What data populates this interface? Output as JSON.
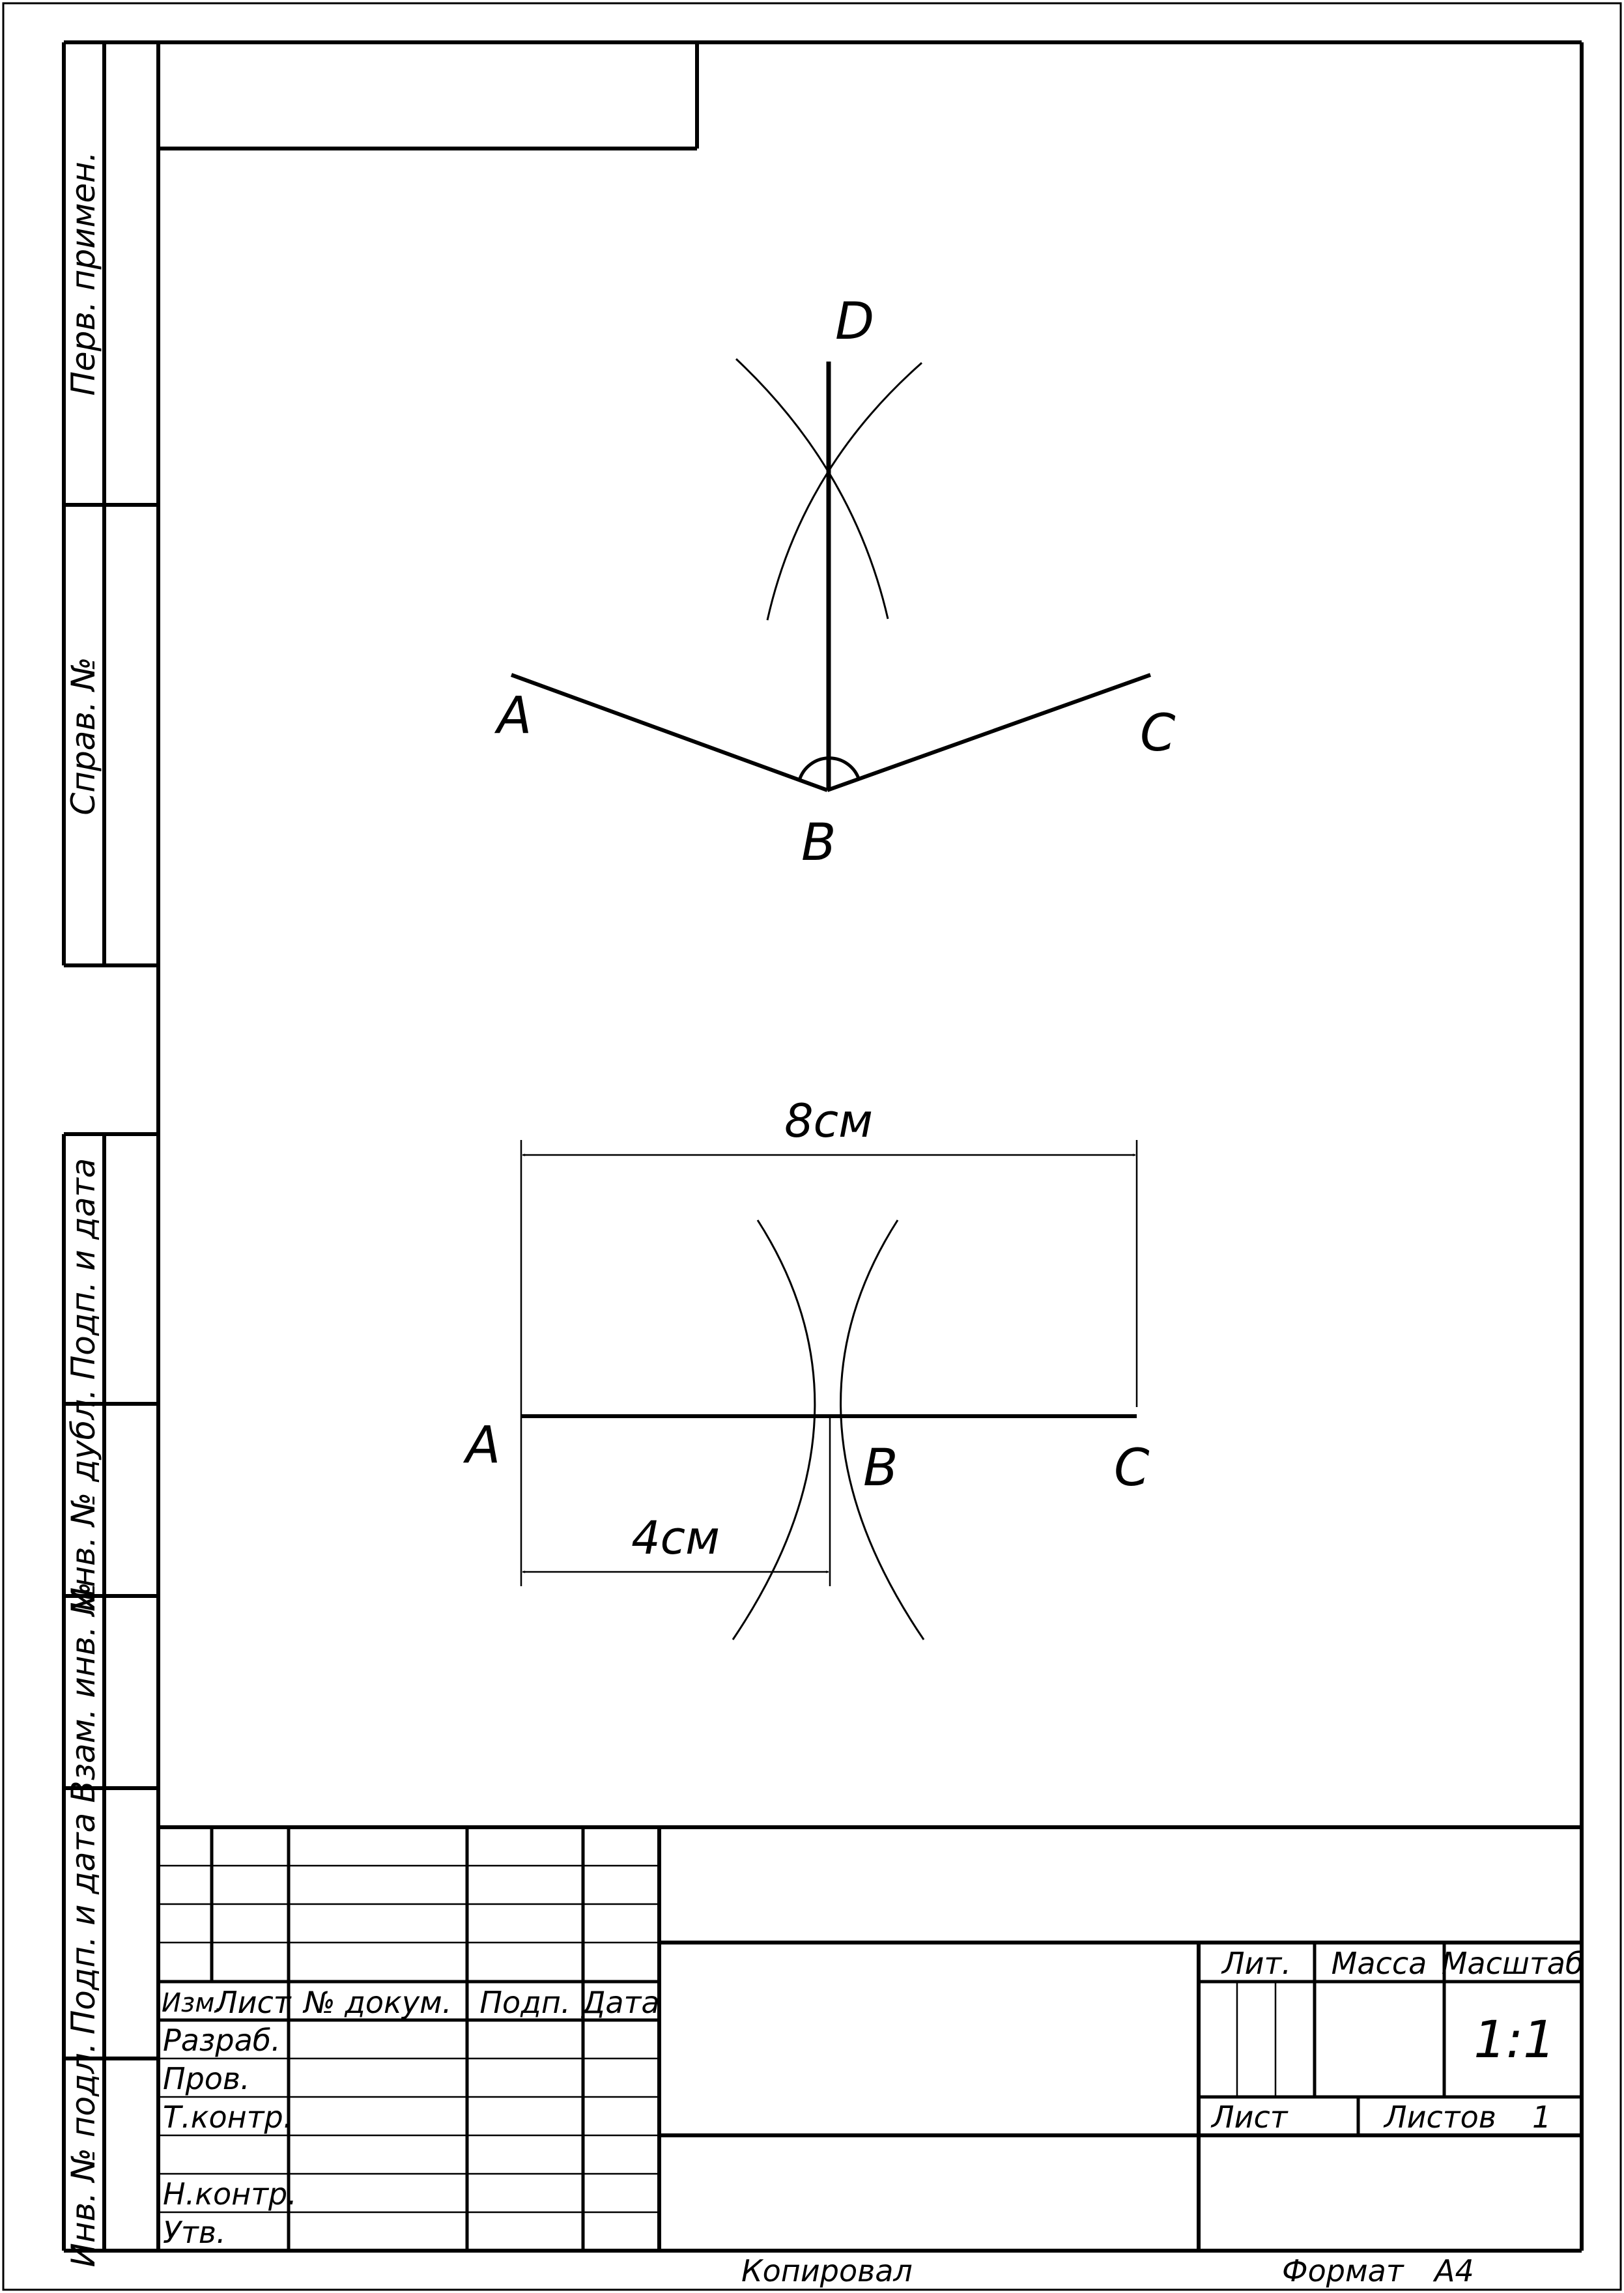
{
  "figure_top": {
    "points": {
      "a": "A",
      "b": "B",
      "c": "C",
      "d": "D"
    }
  },
  "figure_bottom": {
    "points": {
      "a": "A",
      "b": "B",
      "c": "C"
    },
    "dims": {
      "total": "8см",
      "half": "4см"
    }
  },
  "side_stamp": {
    "perv_primen": "Перв. примен.",
    "sprav_no": "Справ. №",
    "podp_data_top": "Подп. и дата",
    "inv_dubl": "Инв. № дубл.",
    "vzam_inv": "Взам. инв. №",
    "podp_data_bottom": "Подп. и дата",
    "inv_podl": "Инв. № подл."
  },
  "title_block": {
    "headers": {
      "izm": "Изм.",
      "list": "Лист",
      "dokum": "№ докум.",
      "podp": "Подп.",
      "data": "Дата"
    },
    "rows": {
      "razrab": "Разраб.",
      "prov": "Пров.",
      "tkontr": "Т.контр.",
      "nkontr": "Н.контр.",
      "utv": "Утв."
    },
    "lit": "Лит.",
    "massa": "Масса",
    "masshtab": "Масштаб",
    "scale": "1:1",
    "sheet_label": "Лист",
    "sheets_label": "Листов",
    "sheets_total": "1"
  },
  "footer": {
    "kopiroval": "Копировал",
    "format_label": "Формат",
    "format_value": "А4"
  }
}
